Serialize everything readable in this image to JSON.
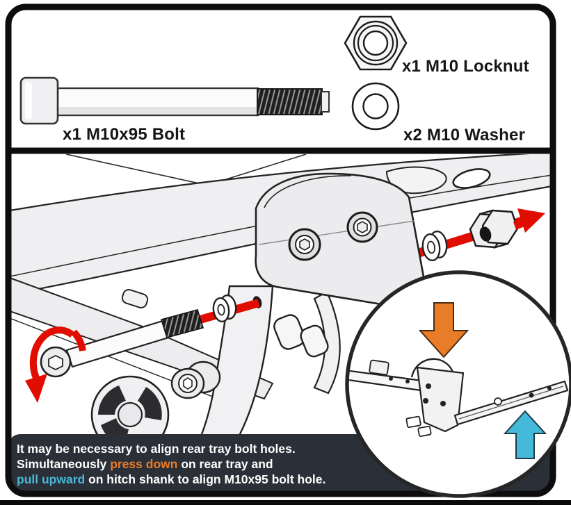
{
  "panel_parts": {
    "bolt_label": "x1 M10x95 Bolt",
    "locknut_label": "x1 M10 Locknut",
    "washer_label": "x2 M10 Washer"
  },
  "caption": {
    "line1": "It may be necessary to align rear tray bolt holes.",
    "line2_pre": "Simultaneously ",
    "line2_highlight": "press down",
    "line2_post": " on rear tray and",
    "line3_highlight": "pull upward",
    "line3_post": " on hitch shank to align M10x95 bolt hole."
  },
  "colors": {
    "insert_arrow_red": "#e00d00",
    "press_down_orange": "#e87c28",
    "pull_up_blue": "#45b9d9",
    "caption_background": "#2b2f38",
    "line_ink": "#1c1c1c"
  },
  "icons": {
    "bolt_insertion": "red-direction-arrow",
    "bolt_rotation": "red-rotate-arrow",
    "press_down": "orange-down-arrow",
    "pull_upward": "blue-up-arrow",
    "detail_view": "magnified-inset-circle"
  }
}
